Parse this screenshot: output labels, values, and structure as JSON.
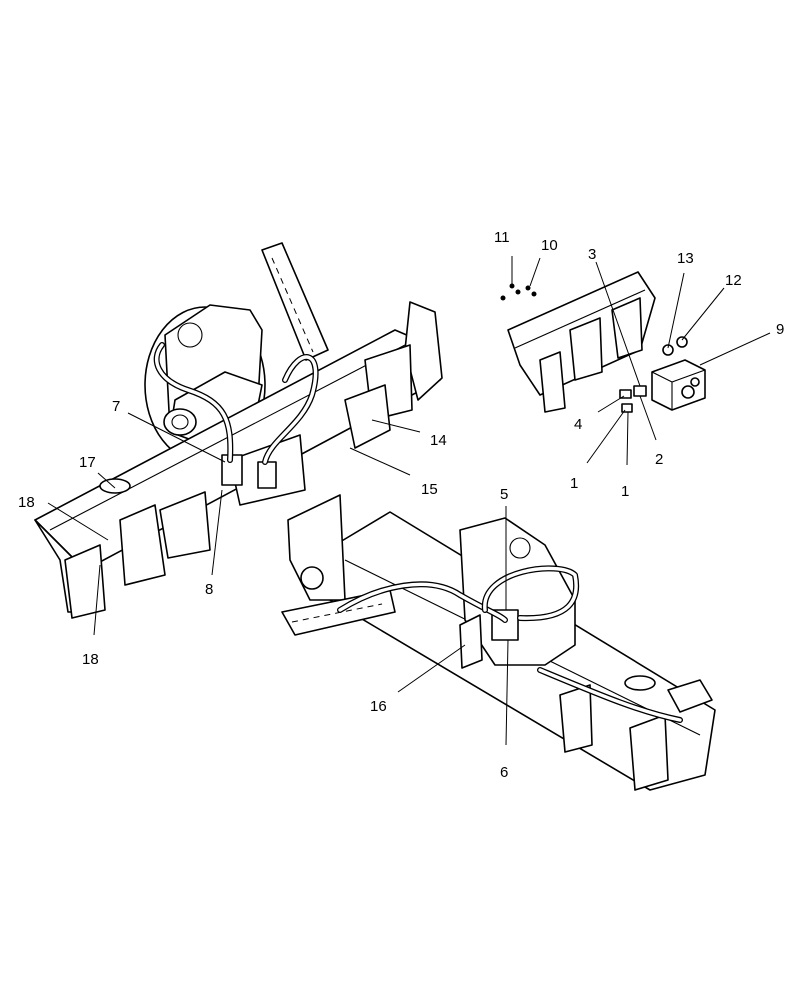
{
  "callouts": [
    {
      "id": "c1a",
      "text": "1"
    },
    {
      "id": "c1b",
      "text": "1"
    },
    {
      "id": "c2",
      "text": "2"
    },
    {
      "id": "c3",
      "text": "3"
    },
    {
      "id": "c4",
      "text": "4"
    },
    {
      "id": "c5",
      "text": "5"
    },
    {
      "id": "c6",
      "text": "6"
    },
    {
      "id": "c7",
      "text": "7"
    },
    {
      "id": "c8",
      "text": "8"
    },
    {
      "id": "c9",
      "text": "9"
    },
    {
      "id": "c10",
      "text": "10"
    },
    {
      "id": "c11",
      "text": "11"
    },
    {
      "id": "c12",
      "text": "12"
    },
    {
      "id": "c13",
      "text": "13"
    },
    {
      "id": "c14",
      "text": "14"
    },
    {
      "id": "c15",
      "text": "15"
    },
    {
      "id": "c16",
      "text": "16"
    },
    {
      "id": "c17",
      "text": "17"
    },
    {
      "id": "c18a",
      "text": "18"
    },
    {
      "id": "c18b",
      "text": "18"
    }
  ]
}
